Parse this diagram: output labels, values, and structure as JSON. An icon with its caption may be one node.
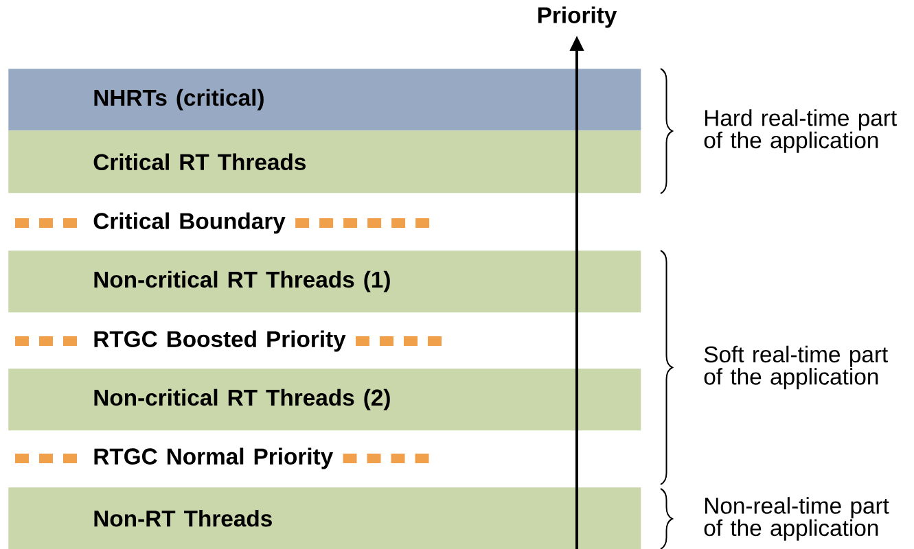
{
  "diagram": {
    "nodes": [
      {
        "text": [
          "NHRTs (critical)"
        ]
      },
      {
        "text": [
          "Critical RT Threads"
        ]
      },
      {
        "text": [
          "Non-critical RT Threads (1)"
        ]
      },
      {
        "text": [
          "Non-critical RT Threads (2)"
        ]
      },
      {
        "text": [
          "Non-RT Threads"
        ]
      }
    ],
    "labels": [
      "Priority",
      "Hard real-time part of the application",
      "Critical Boundary",
      "RTGC Boosted Priority",
      "Soft real-time part of the application",
      "RTGC Normal Priority",
      "Non-real-time part of the application"
    ]
  }
}
